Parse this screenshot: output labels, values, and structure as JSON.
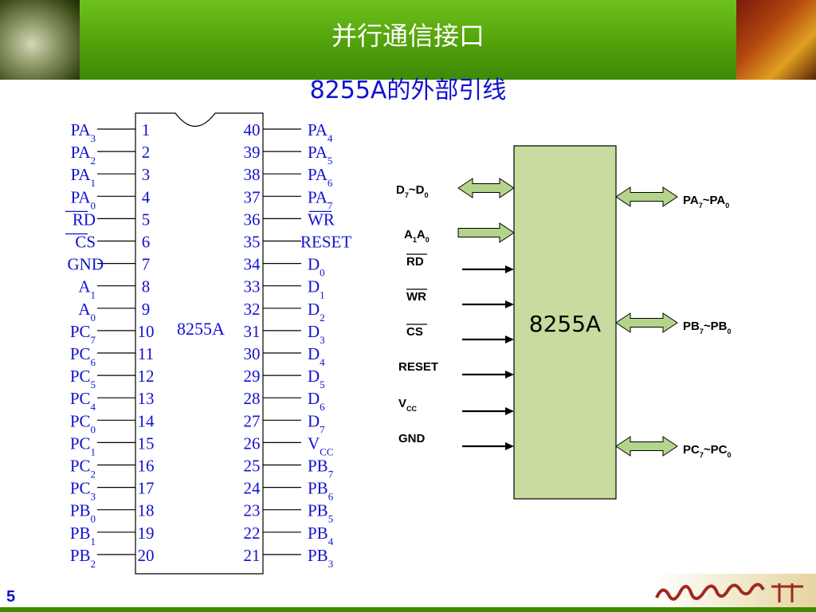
{
  "header": {
    "title": "并行通信接口"
  },
  "subtitle": "8255A的外部引线",
  "page_number": "5",
  "chip_label": "8255A",
  "pins_left": [
    {
      "num": "1",
      "name": "PA",
      "sub": "3",
      "over": false
    },
    {
      "num": "2",
      "name": "PA",
      "sub": "2",
      "over": false
    },
    {
      "num": "3",
      "name": "PA",
      "sub": "1",
      "over": false
    },
    {
      "num": "4",
      "name": "PA",
      "sub": "0",
      "over": false
    },
    {
      "num": "5",
      "name": "RD",
      "sub": "",
      "over": true
    },
    {
      "num": "6",
      "name": "CS",
      "sub": "",
      "over": true
    },
    {
      "num": "7",
      "name": "GND",
      "sub": "",
      "over": false
    },
    {
      "num": "8",
      "name": "A",
      "sub": "1",
      "over": false
    },
    {
      "num": "9",
      "name": "A",
      "sub": "0",
      "over": false
    },
    {
      "num": "10",
      "name": "PC",
      "sub": "7",
      "over": false
    },
    {
      "num": "11",
      "name": "PC",
      "sub": "6",
      "over": false
    },
    {
      "num": "12",
      "name": "PC",
      "sub": "5",
      "over": false
    },
    {
      "num": "13",
      "name": "PC",
      "sub": "4",
      "over": false
    },
    {
      "num": "14",
      "name": "PC",
      "sub": "0",
      "over": false
    },
    {
      "num": "15",
      "name": "PC",
      "sub": "1",
      "over": false
    },
    {
      "num": "16",
      "name": "PC",
      "sub": "2",
      "over": false
    },
    {
      "num": "17",
      "name": "PC",
      "sub": "3",
      "over": false
    },
    {
      "num": "18",
      "name": "PB",
      "sub": "0",
      "over": false
    },
    {
      "num": "19",
      "name": "PB",
      "sub": "1",
      "over": false
    },
    {
      "num": "20",
      "name": "PB",
      "sub": "2",
      "over": false
    }
  ],
  "pins_right": [
    {
      "num": "40",
      "name": "PA",
      "sub": "4",
      "over": false
    },
    {
      "num": "39",
      "name": "PA",
      "sub": "5",
      "over": false
    },
    {
      "num": "38",
      "name": "PA",
      "sub": "6",
      "over": false
    },
    {
      "num": "37",
      "name": "PA",
      "sub": "7",
      "over": false
    },
    {
      "num": "36",
      "name": "WR",
      "sub": "",
      "over": true
    },
    {
      "num": "35",
      "name": "RESET",
      "sub": "",
      "over": false
    },
    {
      "num": "34",
      "name": "D",
      "sub": "0",
      "over": false
    },
    {
      "num": "33",
      "name": "D",
      "sub": "1",
      "over": false
    },
    {
      "num": "32",
      "name": "D",
      "sub": "2",
      "over": false
    },
    {
      "num": "31",
      "name": "D",
      "sub": "3",
      "over": false
    },
    {
      "num": "30",
      "name": "D",
      "sub": "4",
      "over": false
    },
    {
      "num": "29",
      "name": "D",
      "sub": "5",
      "over": false
    },
    {
      "num": "28",
      "name": "D",
      "sub": "6",
      "over": false
    },
    {
      "num": "27",
      "name": "D",
      "sub": "7",
      "over": false
    },
    {
      "num": "26",
      "name": "V",
      "sub": "CC",
      "over": false
    },
    {
      "num": "25",
      "name": "PB",
      "sub": "7",
      "over": false
    },
    {
      "num": "24",
      "name": "PB",
      "sub": "6",
      "over": false
    },
    {
      "num": "23",
      "name": "PB",
      "sub": "5",
      "over": false
    },
    {
      "num": "22",
      "name": "PB",
      "sub": "4",
      "over": false
    },
    {
      "num": "21",
      "name": "PB",
      "sub": "3",
      "over": false
    }
  ],
  "block": {
    "label": "8255A",
    "left_signals": [
      {
        "text": "D",
        "sub": "7",
        "mid": "~D",
        "sub2": "0",
        "over": false,
        "arrow": "double"
      },
      {
        "text": "A",
        "sub": "1",
        "mid": "A",
        "sub2": "0",
        "over": false,
        "arrow": "single-in"
      },
      {
        "text": "RD",
        "sub": "",
        "mid": "",
        "sub2": "",
        "over": true,
        "arrow": "line"
      },
      {
        "text": "WR",
        "sub": "",
        "mid": "",
        "sub2": "",
        "over": true,
        "arrow": "line"
      },
      {
        "text": "CS",
        "sub": "",
        "mid": "",
        "sub2": "",
        "over": true,
        "arrow": "line"
      },
      {
        "text": "RESET",
        "sub": "",
        "mid": "",
        "sub2": "",
        "over": false,
        "arrow": "line"
      },
      {
        "text": "V",
        "sub": "CC",
        "mid": "",
        "sub2": "",
        "over": false,
        "arrow": "line"
      },
      {
        "text": "GND",
        "sub": "",
        "mid": "",
        "sub2": "",
        "over": false,
        "arrow": "line"
      }
    ],
    "right_ports": [
      {
        "text": "PA",
        "sub": "7",
        "mid": "~PA",
        "sub2": "0"
      },
      {
        "text": "PB",
        "sub": "7",
        "mid": "~PB",
        "sub2": "0"
      },
      {
        "text": "PC",
        "sub": "7",
        "mid": "~PC",
        "sub2": "0"
      }
    ]
  },
  "colors": {
    "pin_text": "#1010d0",
    "block_fill": "#c8dca0",
    "arrow_fill": "#b4d48c",
    "banner": "#5aaa10"
  }
}
